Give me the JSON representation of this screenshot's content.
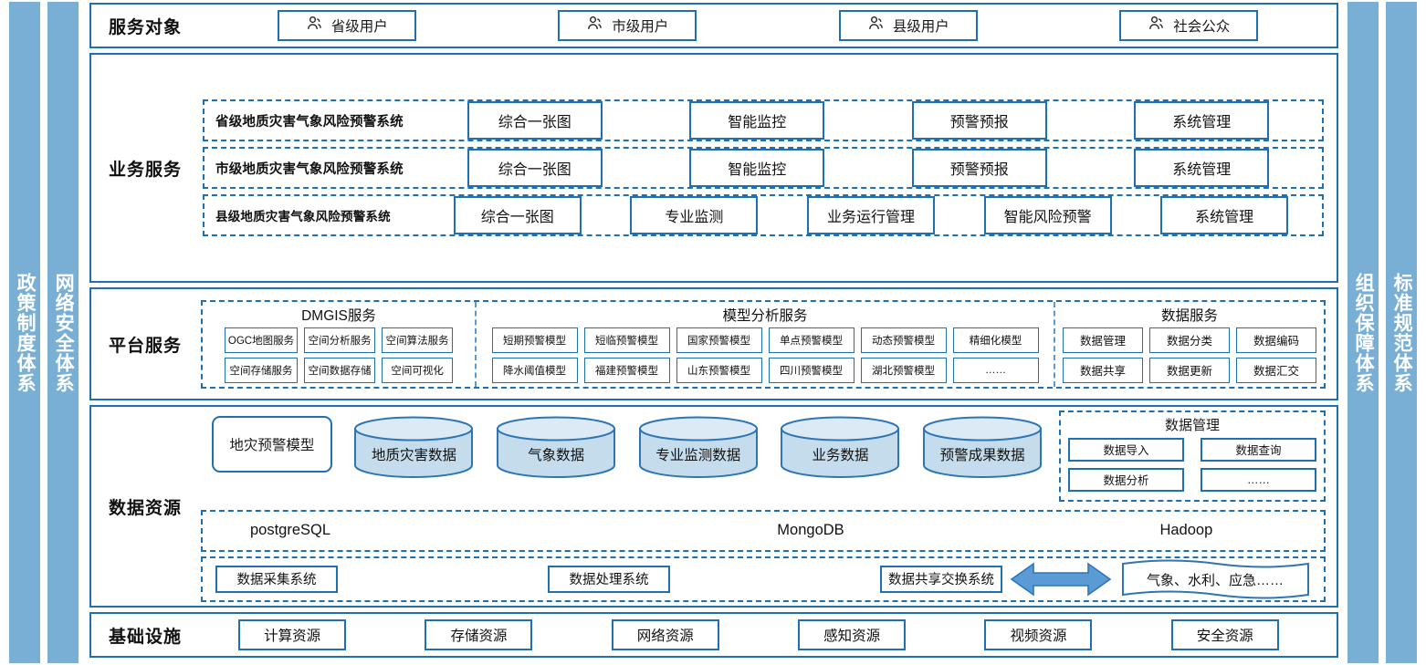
{
  "colors": {
    "primary_blue": "#1F6FB5",
    "pillar_blue": "#79AFD4",
    "cylinder_fill": "#C5DCEC",
    "arrow_blue": "#5B9BD5"
  },
  "pillars": {
    "left": [
      {
        "label": "政策制度体系"
      },
      {
        "label": "网络安全体系"
      }
    ],
    "right": [
      {
        "label": "组织保障体系"
      },
      {
        "label": "标准规范体系"
      }
    ]
  },
  "service_objects": {
    "label": "服务对象",
    "items": [
      {
        "icon": "person-icon",
        "label": "省级用户"
      },
      {
        "icon": "person-icon",
        "label": "市级用户"
      },
      {
        "icon": "person-icon",
        "label": "县级用户"
      },
      {
        "icon": "person-icon",
        "label": "社会公众"
      }
    ]
  },
  "business_service": {
    "label": "业务服务",
    "rows": [
      {
        "system": "省级地质灾害气象风险预警系统",
        "items": [
          "综合一张图",
          "智能监控",
          "预警预报",
          "系统管理"
        ]
      },
      {
        "system": "市级地质灾害气象风险预警系统",
        "items": [
          "综合一张图",
          "智能监控",
          "预警预报",
          "系统管理"
        ]
      },
      {
        "system": "县级地质灾害气象风险预警系统",
        "items": [
          "综合一张图",
          "专业监测",
          "业务运行管理",
          "智能风险预警",
          "系统管理"
        ]
      }
    ]
  },
  "platform_service": {
    "label": "平台服务",
    "groups": [
      {
        "title": "DMGIS服务",
        "items": [
          "OGC地图服务",
          "空间存储服务",
          "空间分析服务",
          "空间数据存储",
          "空间算法服务",
          "空间可视化"
        ]
      },
      {
        "title": "模型分析服务",
        "items": [
          "短期预警模型",
          "降水阈值模型",
          "短临预警模型",
          "福建预警模型",
          "国家预警模型",
          "山东预警模型",
          "单点预警模型",
          "四川预警模型",
          "动态预警模型",
          "湖北预警模型",
          "精细化模型",
          "……"
        ]
      },
      {
        "title": "数据服务",
        "items": [
          "数据管理",
          "数据共享",
          "数据分类",
          "数据更新",
          "数据编码",
          "数据汇交"
        ]
      }
    ]
  },
  "data_resource": {
    "label": "数据资源",
    "model_box": "地灾预警模型",
    "cylinders": [
      "地质灾害数据",
      "气象数据",
      "专业监测数据",
      "业务数据",
      "预警成果数据"
    ],
    "data_management": {
      "title": "数据管理",
      "items": [
        "数据导入",
        "数据查询",
        "数据分析",
        "……"
      ]
    },
    "databases": [
      "postgreSQL",
      "MongoDB",
      "Hadoop"
    ],
    "systems": [
      "数据采集系统",
      "数据处理系统",
      "数据共享交换系统"
    ],
    "exchange_arrow": "double-arrow-icon",
    "external": "气象、水利、应急……"
  },
  "infrastructure": {
    "label": "基础设施",
    "items": [
      "计算资源",
      "存储资源",
      "网络资源",
      "感知资源",
      "视频资源",
      "安全资源"
    ]
  }
}
